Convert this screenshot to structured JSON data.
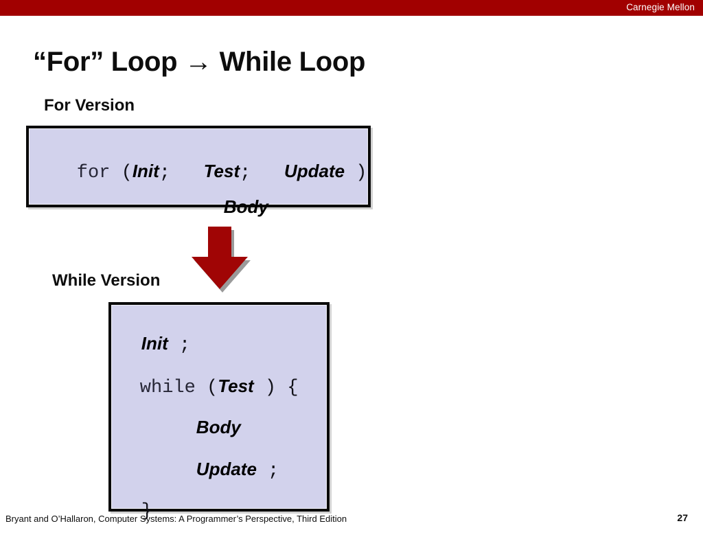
{
  "banner": {
    "institution": "Carnegie Mellon",
    "color": "#A10000"
  },
  "slide": {
    "title": "“For” Loop → While Loop",
    "page_number": "27",
    "footer": "Bryant and O’Hallaron, Computer Systems: A Programmer’s Perspective, Third Edition"
  },
  "sections": {
    "for_version_label": "For Version",
    "while_version_label": "While Version"
  },
  "for_box": {
    "fill_color": "#D2D2EC",
    "keyword": "for",
    "open_paren": " (",
    "init": "Init",
    "semicolon_1": ";",
    "gap_1": "   ",
    "test": "Test",
    "semicolon_2": ";",
    "gap_2": "   ",
    "update": "Update",
    "close_paren": " )",
    "body": "Body"
  },
  "while_box": {
    "fill_color": "#D2D2EC",
    "init": "Init",
    "init_semicolon": " ;",
    "keyword": "while",
    "open_paren": " (",
    "test": "Test",
    "close_paren": " )",
    "open_brace": " {",
    "body": "Body",
    "update": "Update",
    "update_semicolon": " ;",
    "close_brace": "}"
  },
  "arrow": {
    "direction": "down",
    "fill_color": "#A00505",
    "shadow_color": "#9a9a9a"
  }
}
